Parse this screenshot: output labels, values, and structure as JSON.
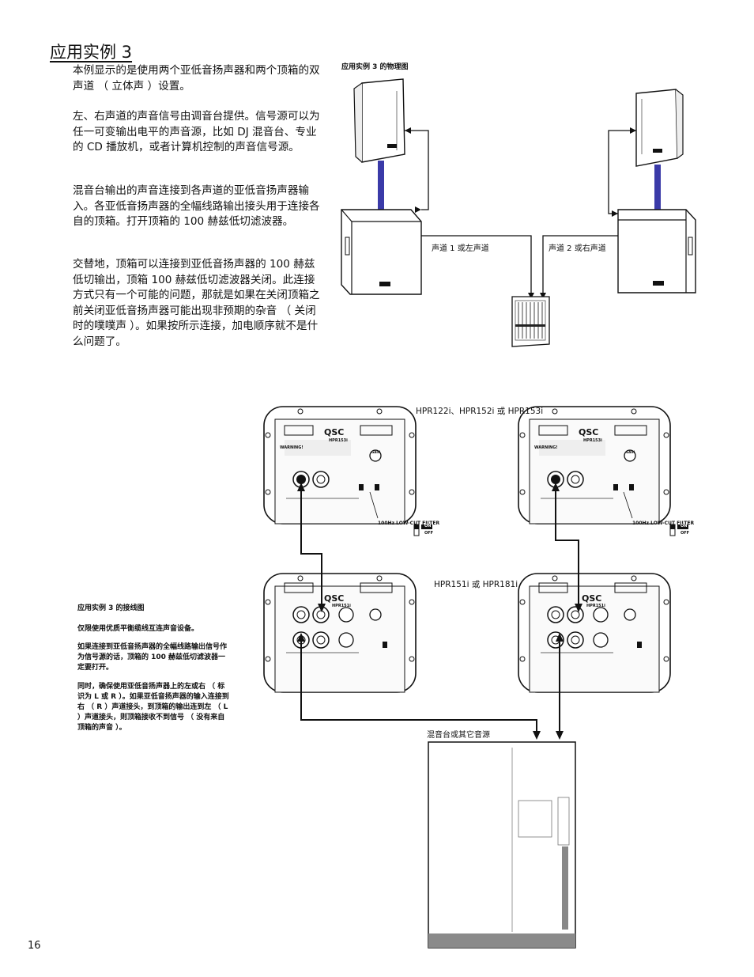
{
  "title": "应用实例 3",
  "paragraphs": [
    "本例显示的是使用两个亚低音扬声器和两个顶箱的双声道 （ 立体声 ）设置。",
    "左、右声道的声音信号由调音台提供。信号源可以为任一可变输出电平的声音源，比如 DJ 混音台、专业的 CD 播放机，或者计算机控制的声音信号源。",
    "混音台输出的声音连接到各声道的亚低音扬声器输入。各亚低音扬声器的全幅线路输出接头用于连接各自的顶箱。打开顶箱的 100 赫兹低切滤波器。",
    "交替地，顶箱可以连接到亚低音扬声器的 100 赫兹低切输出，顶箱 100 赫兹低切滤波器关闭。此连接方式只有一个可能的问题，那就是如果在关闭顶箱之前关闭亚低音扬声器可能出现非预期的杂音 （ 关闭时的噗噗声 ）。如果按所示连接，加电顺序就不是什么问题了。"
  ],
  "physical_diagram": {
    "caption": "应用实例 3 的物理图",
    "left_channel_label": "声道 1 或左声道",
    "right_channel_label": "声道 2 或右声道"
  },
  "wiring_diagram": {
    "top_model_label": "HPR122i、HPR152i 或 HPR153i",
    "bottom_model_label": "HPR151i 或 HPR181i",
    "mixer_label": "混音台或其它音源",
    "filter_label": "100Hz LOW-CUT FILTER",
    "on_label": "ON",
    "off_label": "OFF",
    "brand": "QSC",
    "top_model_tag": "HPR153i",
    "bottom_model_tag": "HPR151i",
    "warning_text": "WARNING!",
    "gain_text": "GAIN"
  },
  "notes": {
    "heading": "应用实例 3 的接线图",
    "lines": [
      "仅限使用优质平衡缆线互连声音设备。",
      "如果连接到亚低音扬声器的全幅线路输出信号作为信号源的话，顶箱的 100 赫兹低切滤波器一定要打开。",
      "同时，确保使用亚低音扬声器上的左或右 （ 标识为 L 或 R ）。如果亚低音扬声器的输入连接到右 （ R ）声道接头，到顶箱的输出连到左 （ L ）声道接头，则顶箱接收不到信号 （ 没有来自顶箱的声音 ）。"
    ]
  },
  "page_number": "16",
  "colors": {
    "text": "#111111",
    "cable_blue": "#3a3aa8",
    "panel_gray": "#dcdcdc",
    "mixer_bar": "#8a8a8a"
  }
}
